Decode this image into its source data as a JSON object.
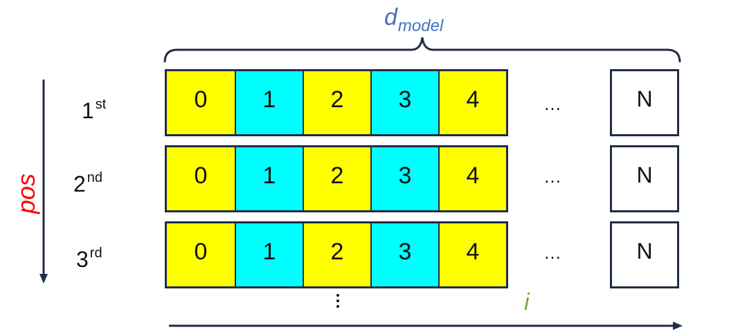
{
  "header": {
    "dmodel_main": "d",
    "dmodel_sub": "model"
  },
  "axes": {
    "pos_label": "pos",
    "i_label": "i"
  },
  "rows": [
    {
      "base": "1",
      "suffix": "st",
      "cells": [
        "0",
        "1",
        "2",
        "3",
        "4"
      ],
      "ellipsis": "…",
      "last": "N"
    },
    {
      "base": "2",
      "suffix": "nd",
      "cells": [
        "0",
        "1",
        "2",
        "3",
        "4"
      ],
      "ellipsis": "…",
      "last": "N"
    },
    {
      "base": "3",
      "suffix": "rd",
      "cells": [
        "0",
        "1",
        "2",
        "3",
        "4"
      ],
      "ellipsis": "…",
      "last": "N"
    }
  ],
  "colors": {
    "even_cell": "#ffff00",
    "odd_cell": "#00ffff",
    "border": "#1f2c45",
    "dmodel_text": "#4472c4",
    "pos_text": "#ff0000",
    "i_text": "#70ad47",
    "arrow": "#1f2c45"
  }
}
